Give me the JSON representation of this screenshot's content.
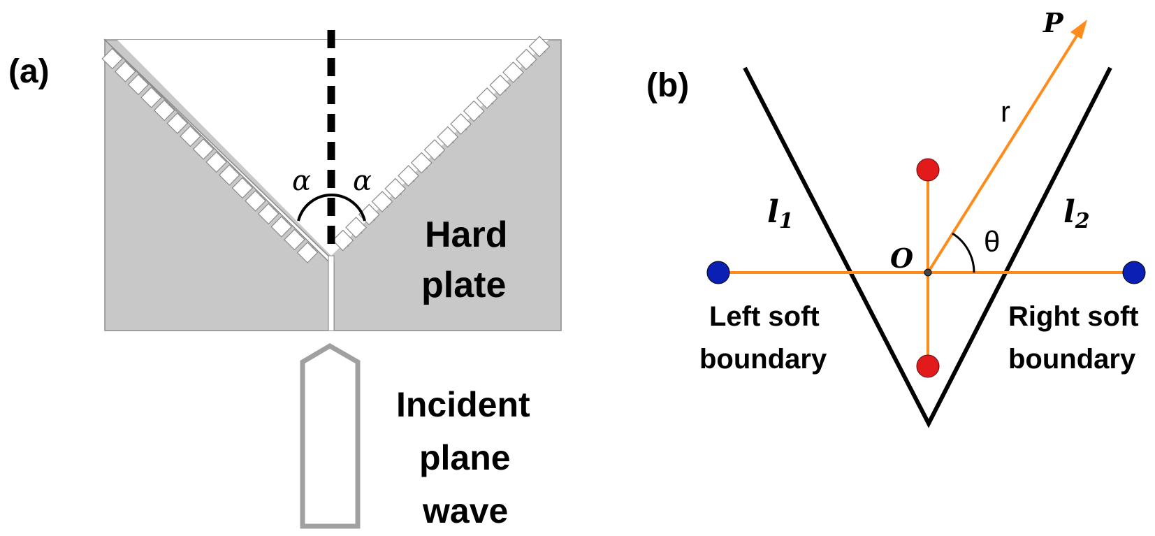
{
  "panel_a": {
    "label": "(a)",
    "angle_left": "α",
    "angle_right": "α",
    "plate_line1": "Hard",
    "plate_line2": "plate",
    "wave_line1": "Incident",
    "wave_line2": "plane",
    "wave_line3": "wave",
    "colors": {
      "plate": "#c8c8c8",
      "plate_edge": "#8a8a8a",
      "arrow": "#a0a0a0",
      "dashed_axis": "#000000"
    }
  },
  "panel_b": {
    "label": "(b)",
    "point_p": "P",
    "radius": "r",
    "angle": "θ",
    "line_left": "l",
    "line_left_sub": "1",
    "line_right": "l",
    "line_right_sub": "2",
    "origin": "O",
    "left_line1": "Left soft",
    "left_line2": "boundary",
    "right_line1": "Right soft",
    "right_line2": "boundary",
    "colors": {
      "axis": "#ff8c1a",
      "v_lines": "#000000",
      "red_dots": "#e31a1c",
      "blue_dots": "#0a1fb4"
    }
  }
}
